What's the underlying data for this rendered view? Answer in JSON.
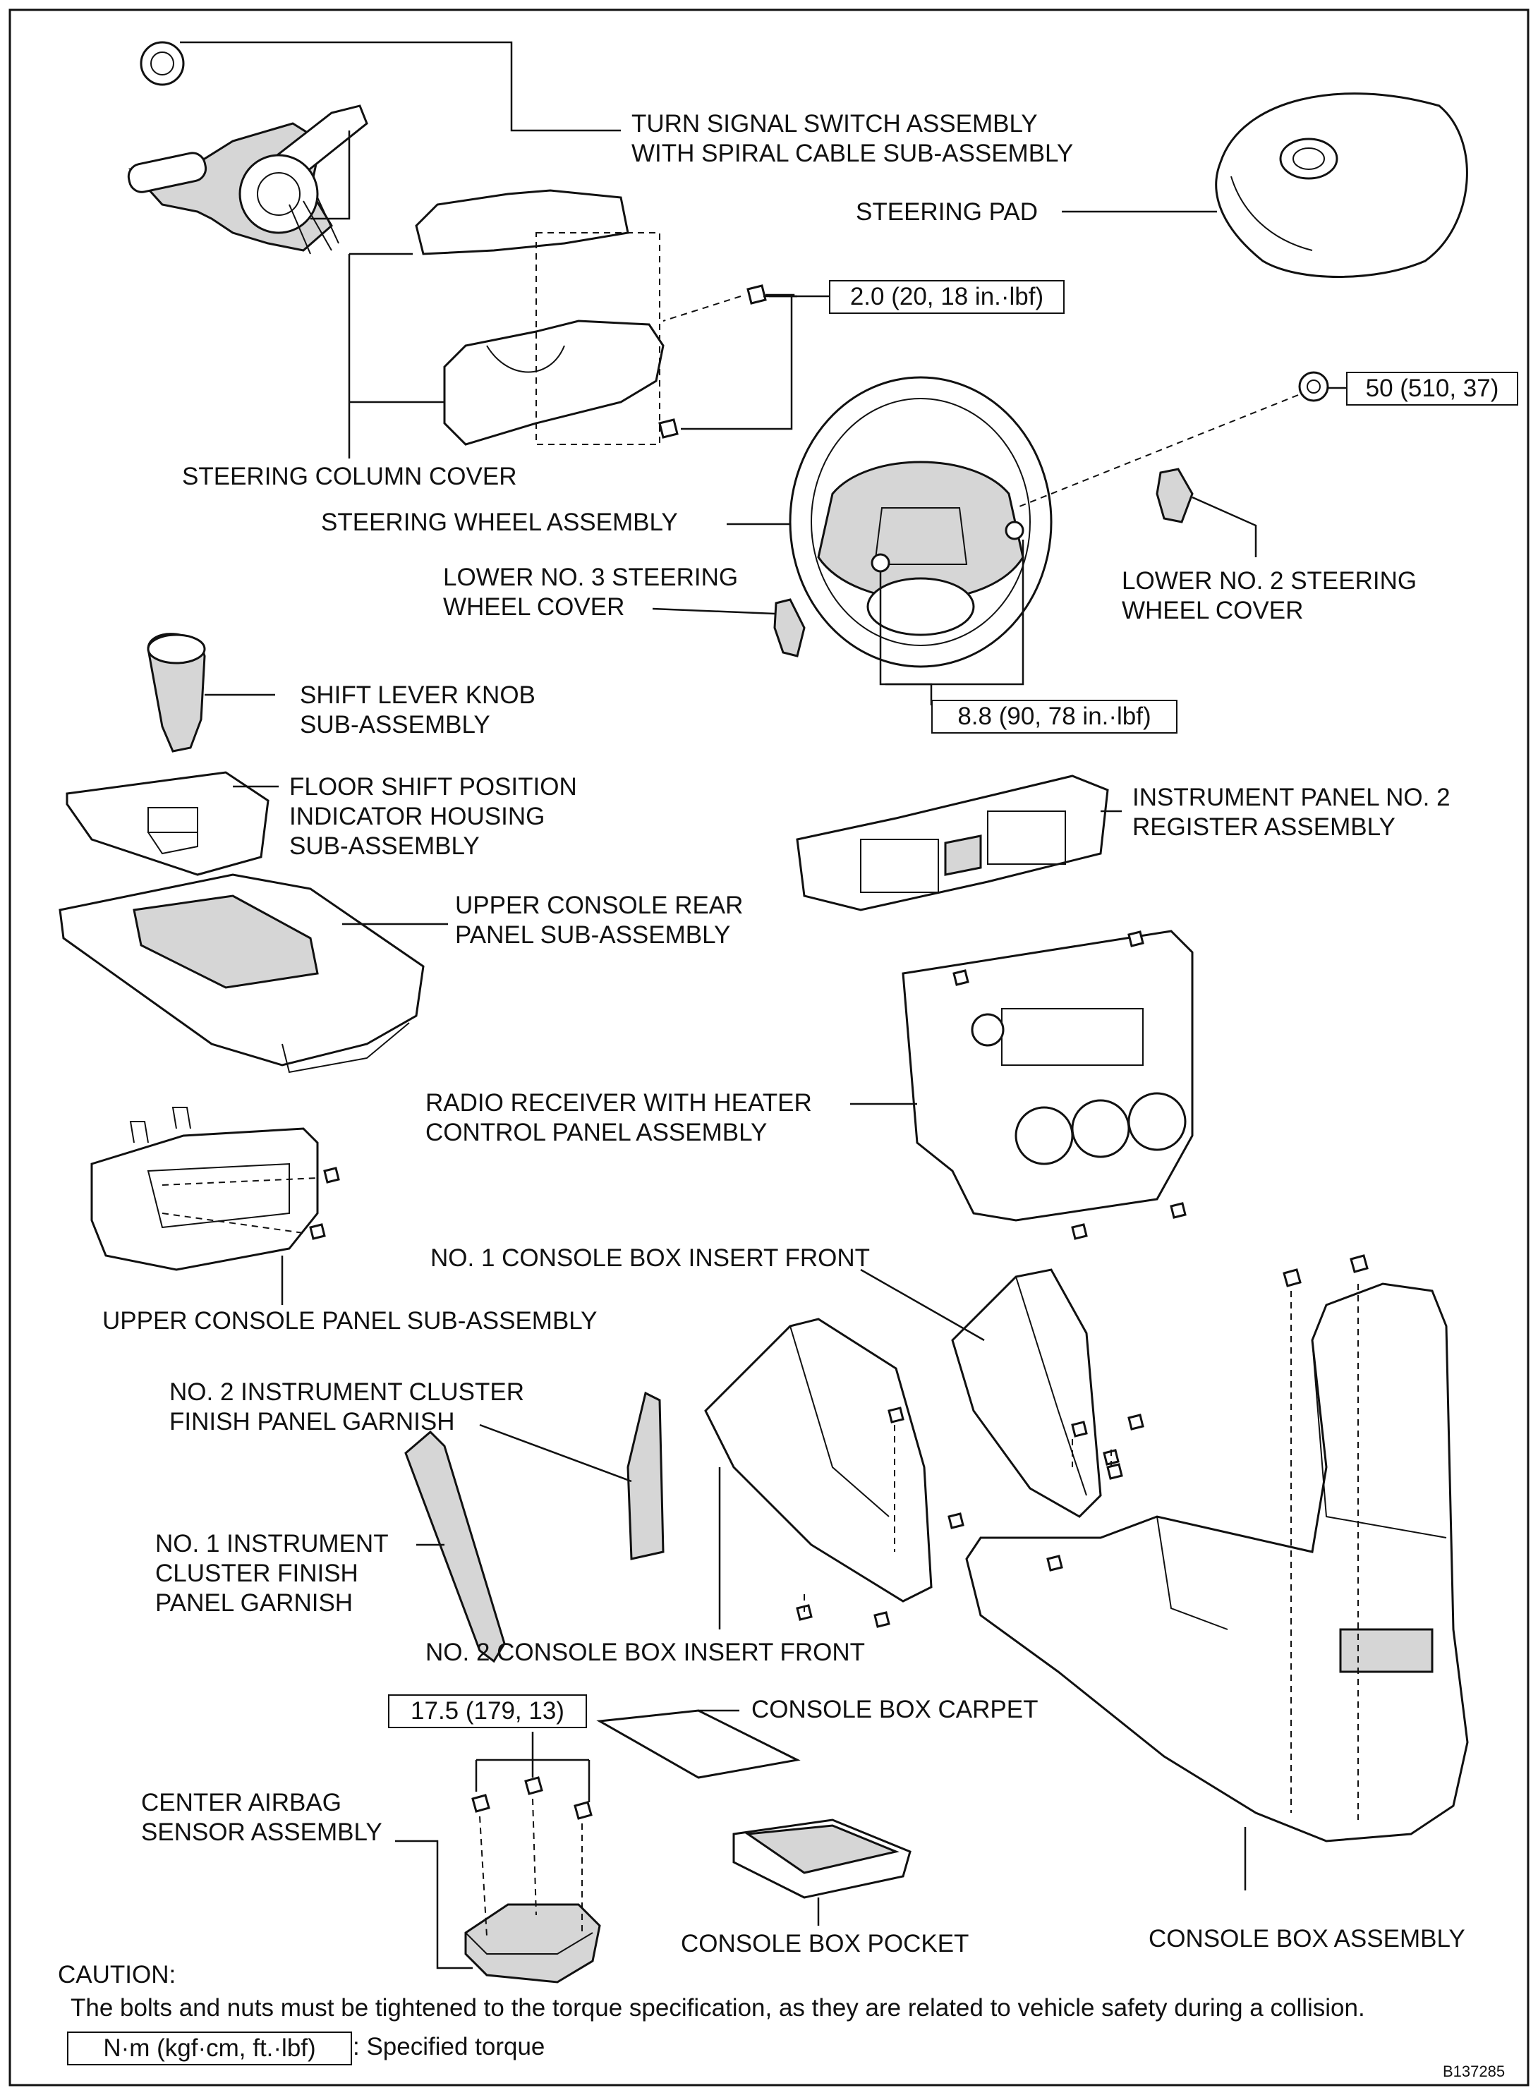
{
  "labels": {
    "turn_signal": [
      "TURN SIGNAL SWITCH ASSEMBLY",
      "WITH SPIRAL CABLE SUB-ASSEMBLY"
    ],
    "steering_pad": "STEERING PAD",
    "steering_column_cover": "STEERING COLUMN COVER",
    "steering_wheel": "STEERING WHEEL ASSEMBLY",
    "lower_no3": [
      "LOWER NO. 3 STEERING",
      "WHEEL COVER"
    ],
    "lower_no2": [
      "LOWER NO. 2 STEERING",
      "WHEEL COVER"
    ],
    "shift_knob": [
      "SHIFT LEVER KNOB",
      "SUB-ASSEMBLY"
    ],
    "floor_shift": [
      "FLOOR SHIFT POSITION",
      "INDICATOR HOUSING",
      "SUB-ASSEMBLY"
    ],
    "register": [
      "INSTRUMENT PANEL NO. 2",
      "REGISTER ASSEMBLY"
    ],
    "upper_console_rear": [
      "UPPER CONSOLE REAR",
      "PANEL SUB-ASSEMBLY"
    ],
    "radio": [
      "RADIO RECEIVER WITH HEATER",
      "CONTROL PANEL ASSEMBLY"
    ],
    "no1_console_insert": "NO. 1 CONSOLE BOX INSERT FRONT",
    "upper_console_panel": "UPPER CONSOLE PANEL SUB-ASSEMBLY",
    "no2_cluster_garnish": [
      "NO. 2 INSTRUMENT CLUSTER",
      "FINISH PANEL GARNISH"
    ],
    "no1_cluster_garnish": [
      "NO. 1 INSTRUMENT",
      "CLUSTER FINISH",
      "PANEL GARNISH"
    ],
    "no2_console_insert": "NO. 2 CONSOLE BOX INSERT FRONT",
    "console_carpet": "CONSOLE BOX CARPET",
    "airbag_sensor": [
      "CENTER AIRBAG",
      "SENSOR ASSEMBLY"
    ],
    "console_pocket": "CONSOLE BOX POCKET",
    "console_assembly": "CONSOLE BOX ASSEMBLY"
  },
  "torques": {
    "column_cover": "2.0 (20, 18 in.·lbf)",
    "wheel_nut": "50 (510, 37)",
    "wheel_covers": "8.8 (90, 78 in.·lbf)",
    "airbag_sensor": "17.5 (179, 13)"
  },
  "caution": {
    "heading": "CAUTION:",
    "text": "The bolts and nuts must be tightened to the torque specification, as they are related to vehicle safety during a collision."
  },
  "legend": {
    "unit": "N·m (kgf·cm, ft.·lbf)",
    "meaning": ": Specified torque"
  },
  "figure_code": "B137285"
}
